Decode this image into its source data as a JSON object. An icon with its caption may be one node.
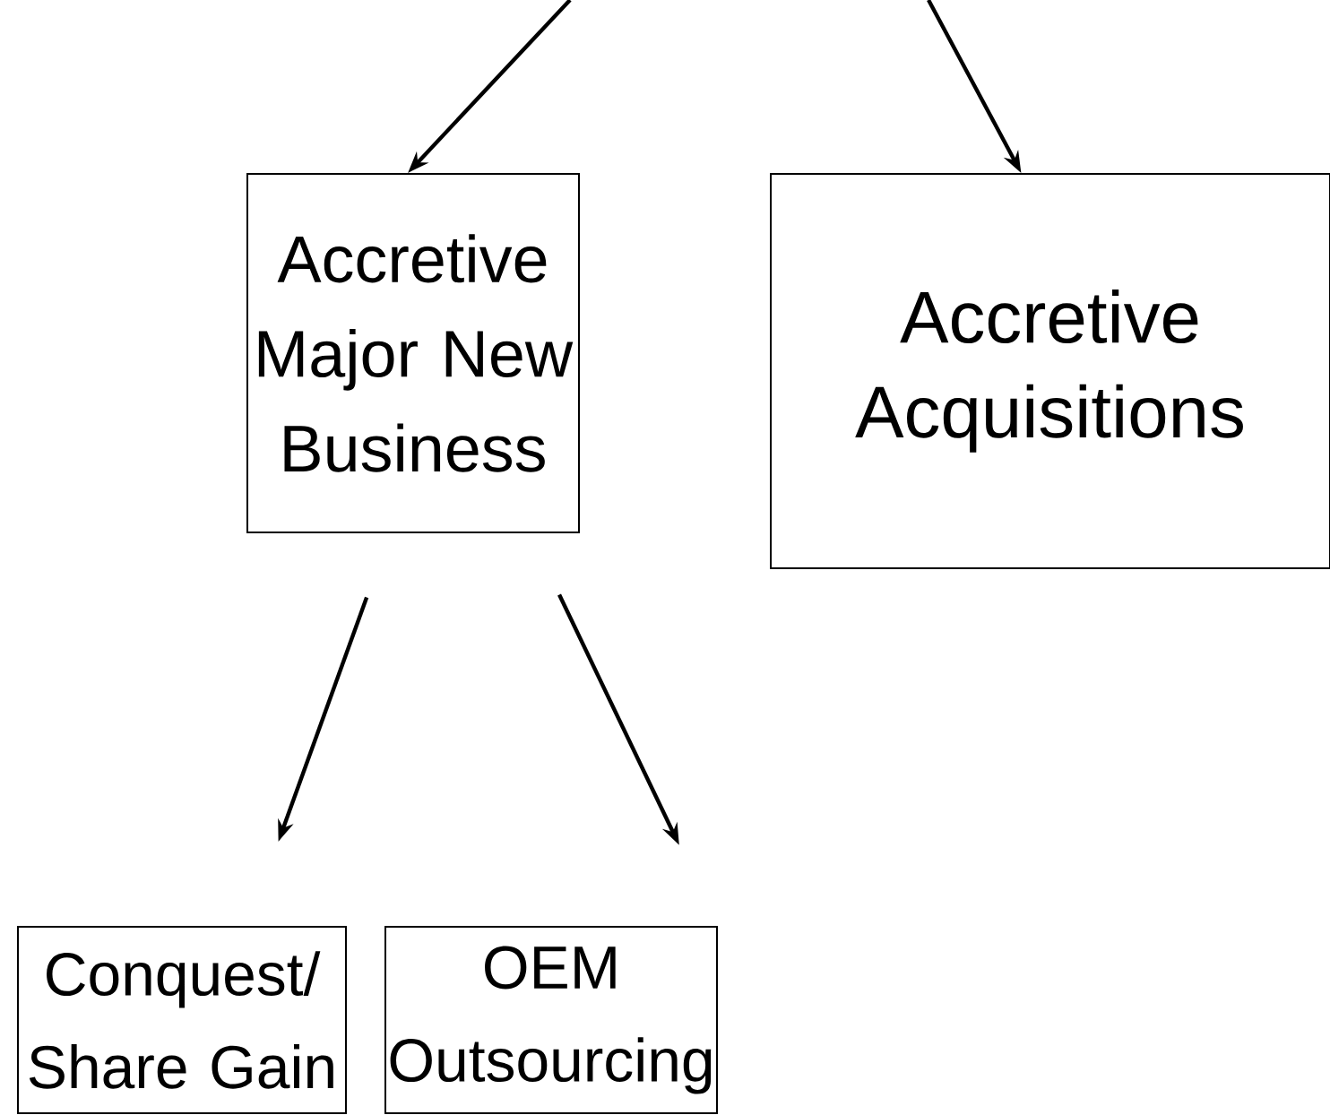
{
  "diagram": {
    "nodes": [
      {
        "text": [
          "Accretive Major New Business"
        ]
      },
      {
        "text": [
          "Accretive Acquisitions"
        ]
      },
      {
        "text": [
          "Conquest/ Share Gain"
        ]
      },
      {
        "text": [
          "OEM Outsourcing"
        ]
      }
    ],
    "edges": [
      {
        "from": null,
        "to": 0,
        "arrow": "to"
      },
      {
        "from": null,
        "to": 1,
        "arrow": "to"
      },
      {
        "from": 0,
        "to": 2,
        "arrow": "to"
      },
      {
        "from": 0,
        "to": 3,
        "arrow": "to"
      }
    ]
  }
}
